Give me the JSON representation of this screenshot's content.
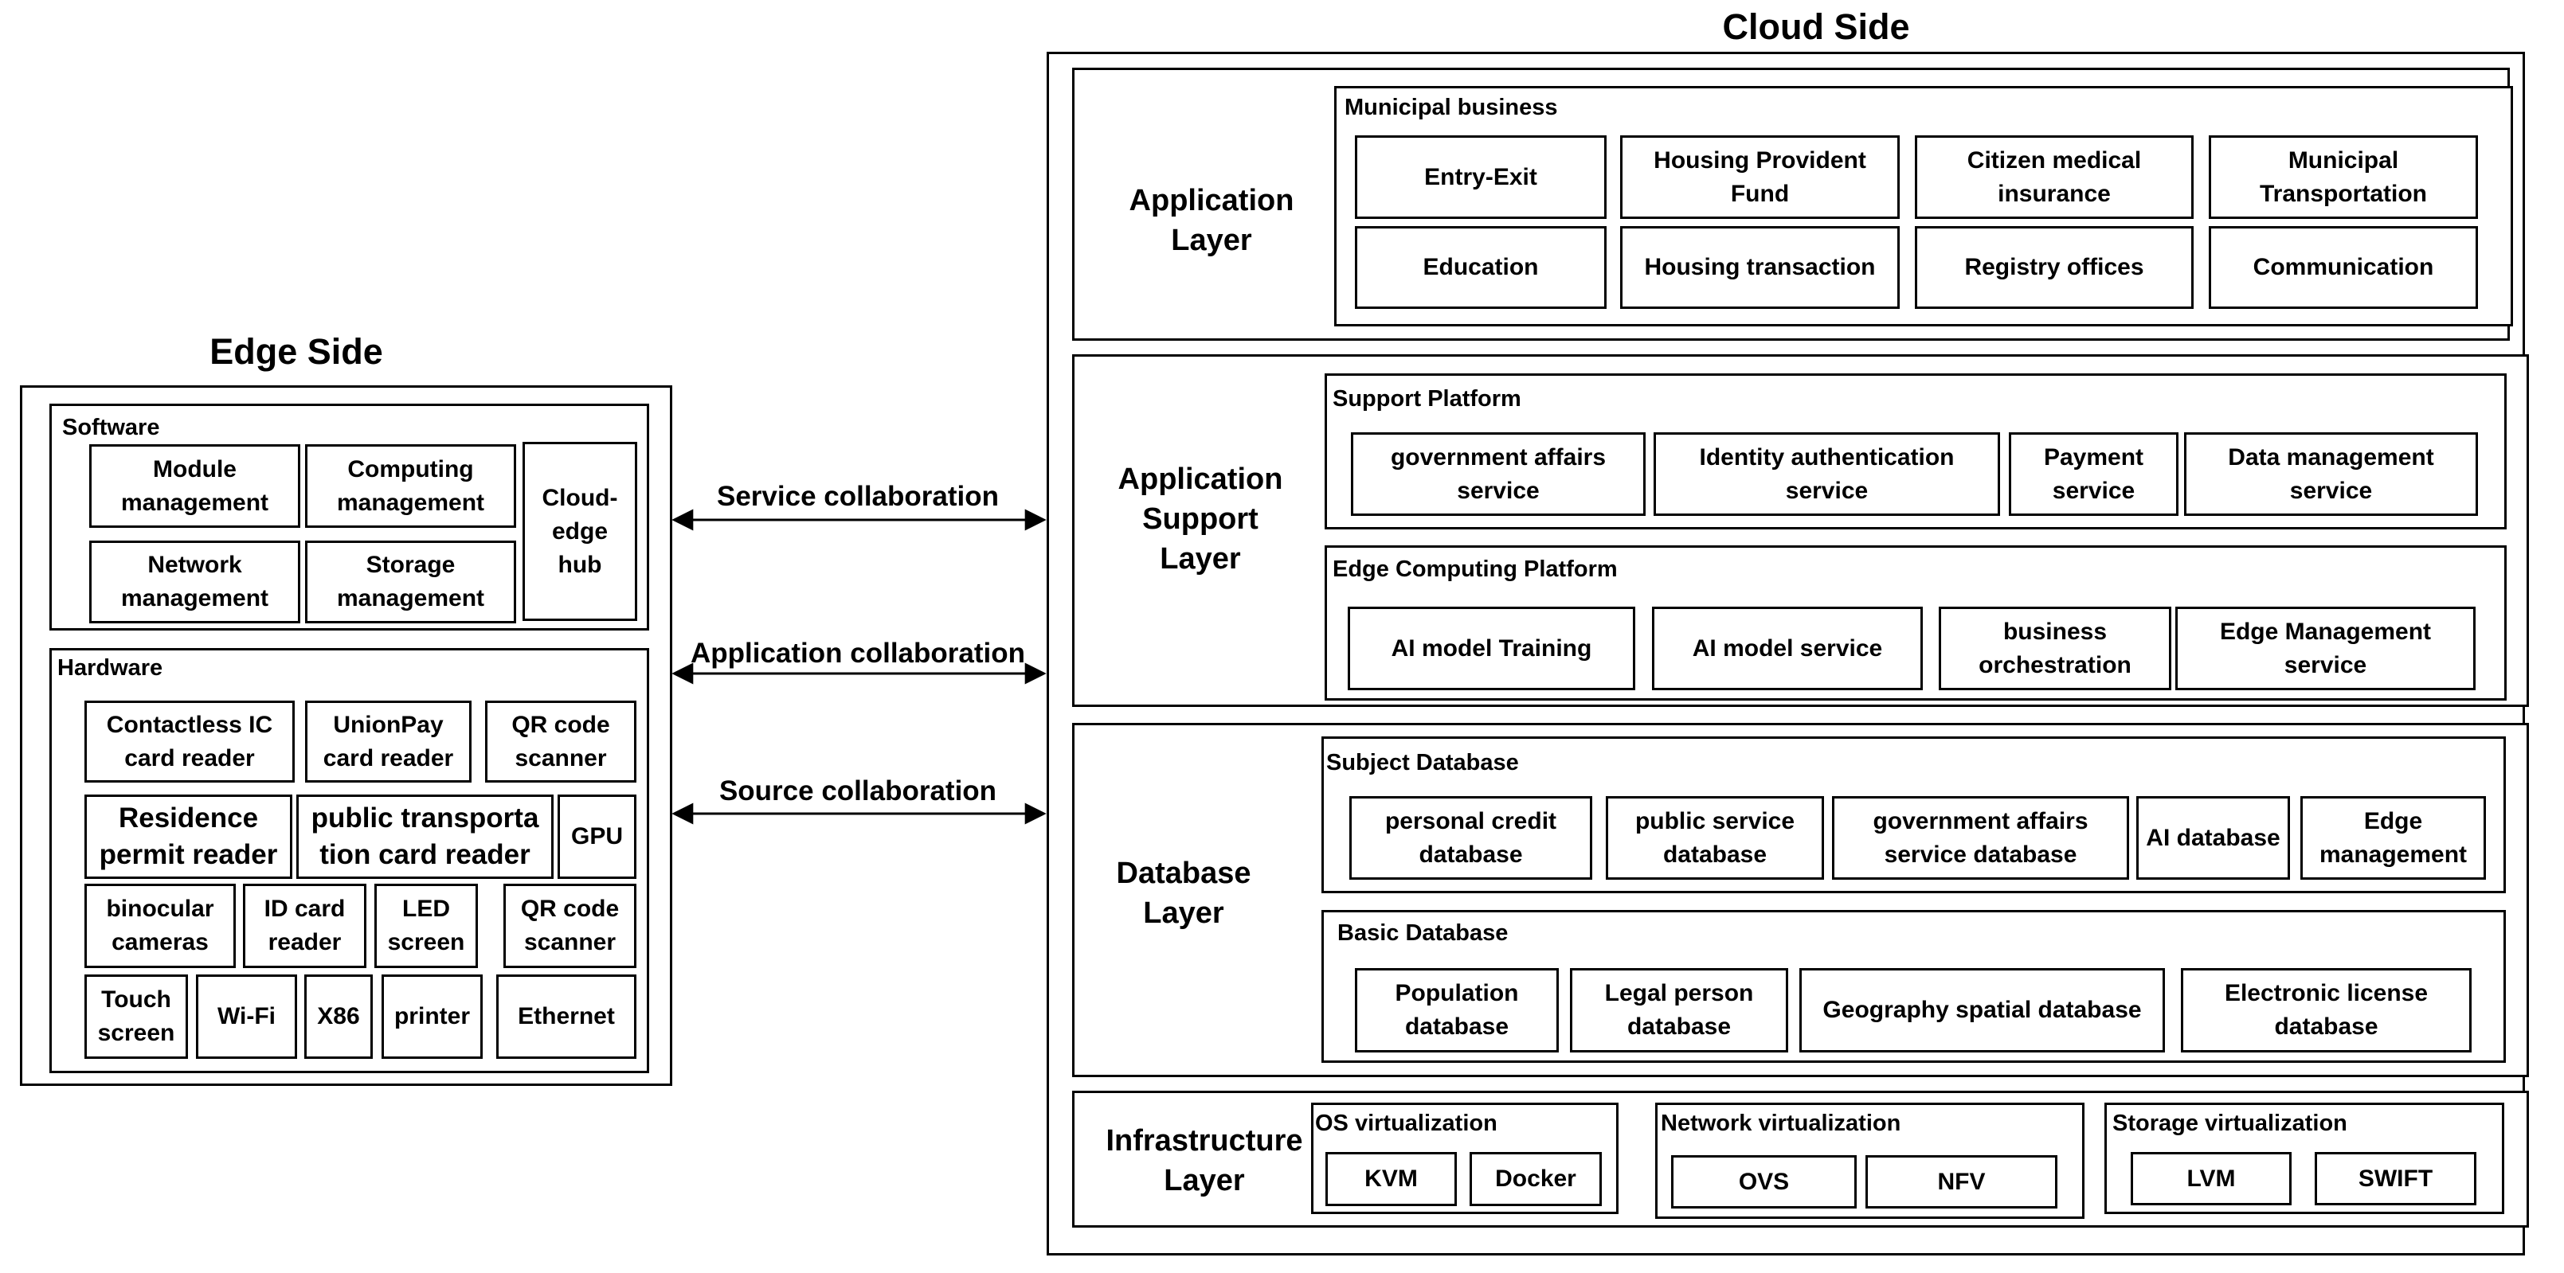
{
  "edge": {
    "title": "Edge Side",
    "software": {
      "label": "Software",
      "items": [
        "Module\nmanagement",
        "Computing\nmanagement",
        "Network\nmanagement",
        "Storage\nmanagement",
        "Cloud-\nedge\nhub"
      ]
    },
    "hardware": {
      "label": "Hardware",
      "items": [
        "Contactless IC\ncard reader",
        "UnionPay\ncard reader",
        "QR code\nscanner",
        "Residence\npermit reader",
        "public transporta\ntion card reader",
        "GPU",
        "binocular\ncameras",
        "ID card\nreader",
        "LED\nscreen",
        "QR code\nscanner",
        "Touch\nscreen",
        "Wi-Fi",
        "X86",
        "printer",
        "Ethernet"
      ]
    }
  },
  "collaboration": [
    "Service collaboration",
    "Application collaboration",
    "Source collaboration"
  ],
  "cloud": {
    "title": "Cloud Side",
    "application_layer": {
      "title": "Application\nLayer",
      "group_label": "Municipal business",
      "items": [
        "Entry-Exit",
        "Housing Provident\nFund",
        "Citizen medical\ninsurance",
        "Municipal\nTransportation",
        "Education",
        "Housing transaction",
        "Registry offices",
        "Communication"
      ]
    },
    "support_layer": {
      "title": "Application\nSupport\nLayer",
      "support_platform": {
        "label": "Support Platform",
        "items": [
          "government affairs\nservice",
          "Identity authentication\nservice",
          "Payment\nservice",
          "Data management\nservice"
        ]
      },
      "edge_platform": {
        "label": "Edge Computing Platform",
        "items": [
          "AI model Training",
          "AI model service",
          "business\norchestration",
          "Edge Management\nservice"
        ]
      }
    },
    "database_layer": {
      "title": "Database\nLayer",
      "subject_db": {
        "label": "Subject Database",
        "items": [
          "personal credit\ndatabase",
          "public service\ndatabase",
          "government affairs\nservice database",
          "AI database",
          "Edge\nmanagement"
        ]
      },
      "basic_db": {
        "label": "Basic Database",
        "items": [
          "Population\ndatabase",
          "Legal person\ndatabase",
          "Geography spatial database",
          "Electronic license\ndatabase"
        ]
      }
    },
    "infrastructure_layer": {
      "title": "Infrastructure\nLayer",
      "os": {
        "label": "OS virtualization",
        "items": [
          "KVM",
          "Docker"
        ]
      },
      "network": {
        "label": "Network virtualization",
        "items": [
          "OVS",
          "NFV"
        ]
      },
      "storage": {
        "label": "Storage virtualization",
        "items": [
          "LVM",
          "SWIFT"
        ]
      }
    }
  }
}
